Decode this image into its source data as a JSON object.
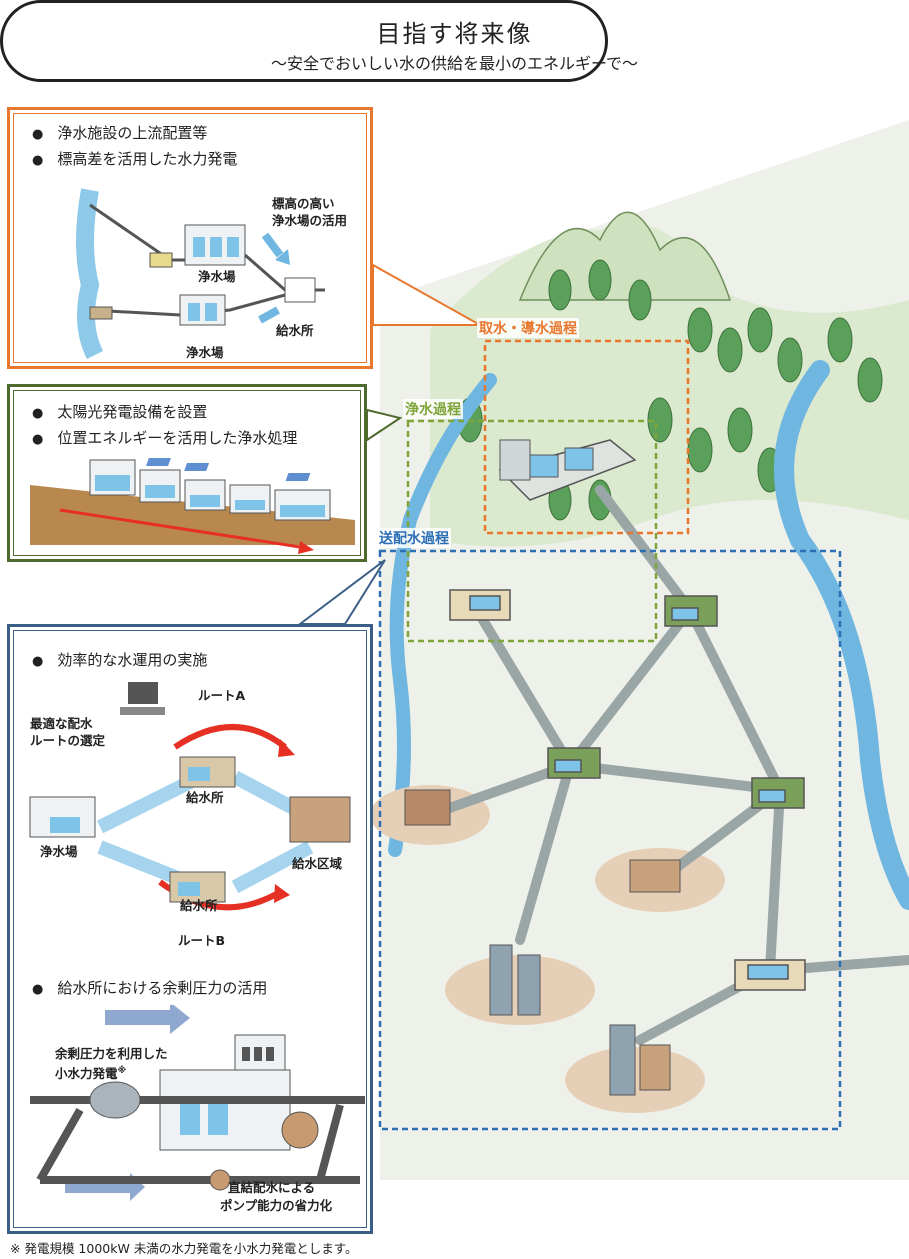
{
  "title": {
    "main": "目指す将来像",
    "sub": "～安全でおいしい水の供給を最小のエネルギーで～"
  },
  "panel1": {
    "bullets": [
      "浄水施設の上流配置等",
      "標高差を活用した水力発電"
    ],
    "labels": {
      "high_plant_line1": "標高の高い",
      "high_plant_line2": "浄水場の活用",
      "plant_upper": "浄水場",
      "supply_station": "給水所",
      "plant_lower": "浄水場"
    }
  },
  "panel2": {
    "bullets": [
      "太陽光発電設備を設置",
      "位置エネルギーを活用した浄水処理"
    ]
  },
  "panel3": {
    "bullet1": "効率的な水運用の実施",
    "labels": {
      "route_a": "ルートA",
      "optimal_line1": "最適な配水",
      "optimal_line2": "ルートの選定",
      "station_top": "給水所",
      "plant": "浄水場",
      "district": "給水区域",
      "station_bottom": "給水所",
      "route_b": "ルートB"
    },
    "bullet2": "給水所における余剰圧力の活用",
    "labels2": {
      "small_hydro_line1": "余剰圧力を利用した",
      "small_hydro_line2": "小水力発電",
      "small_hydro_mark": "※",
      "direct_line1": "直結配水による",
      "direct_line2": "ポンプ能力の省力化"
    }
  },
  "zones": {
    "intake": "取水・導水過程",
    "purification": "浄水過程",
    "distribution": "送配水過程"
  },
  "footnote": "※ 発電規模 1000kW 未満の水力発電を小水力発電とします。",
  "colors": {
    "orange": "#e8772e",
    "green": "#7fa53a",
    "blue": "#2d6fb5",
    "red": "#e63023",
    "water": "#6fb6e0"
  }
}
